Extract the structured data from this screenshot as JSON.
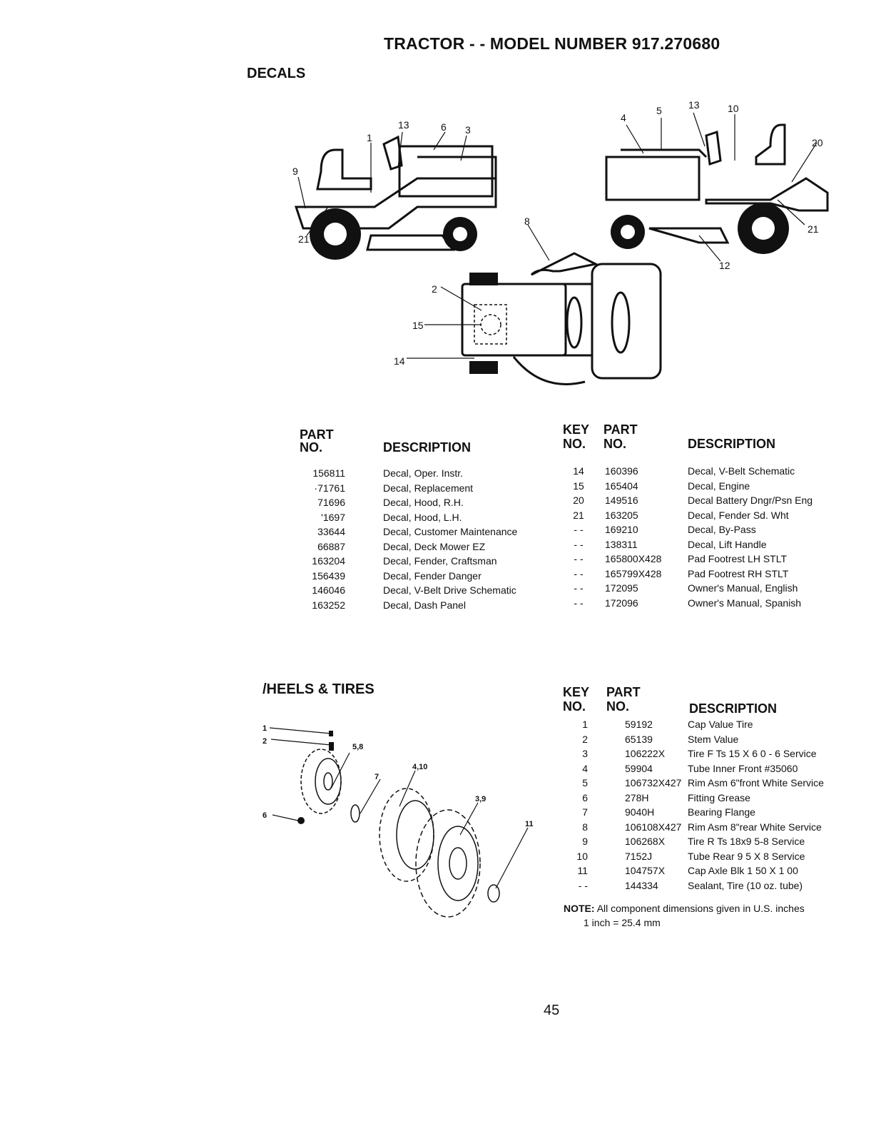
{
  "page_title": "TRACTOR - - MODEL NUMBER 917.270680",
  "page_number": "45",
  "decals": {
    "section_title": "DECALS",
    "callouts_left_tractor": [
      "13",
      "6",
      "3",
      "1",
      "9",
      "21"
    ],
    "callouts_right_tractor": [
      "4",
      "5",
      "13",
      "10",
      "20",
      "21",
      "12"
    ],
    "callouts_top_view": [
      "8",
      "2",
      "15",
      "14"
    ],
    "left_table": {
      "header_part": "PART",
      "header_no": "NO.",
      "header_description": "DESCRIPTION",
      "part_numbers": [
        "156811",
        "·71761",
        "71696",
        "'1697",
        "33644",
        "66887",
        "163204",
        "156439",
        "146046",
        "163252"
      ],
      "descriptions": [
        "Decal, Oper. Instr.",
        "Decal, Replacement",
        "Decal, Hood, R.H.",
        "Decal, Hood, L.H.",
        "Decal, Customer Maintenance",
        "Decal, Deck Mower EZ",
        "Decal, Fender, Craftsman",
        "Decal, Fender Danger",
        "Decal, V-Belt Drive Schematic",
        "Decal, Dash Panel"
      ]
    },
    "right_table": {
      "header_key": "KEY",
      "header_part": "PART",
      "header_no": "NO.",
      "header_no2": "NO.",
      "header_description": "DESCRIPTION",
      "key_numbers": [
        "14",
        "15",
        "20",
        "21",
        "- -",
        "- -",
        "- -",
        "- -",
        "- -",
        "- -"
      ],
      "part_numbers": [
        "160396",
        "165404",
        "149516",
        "163205",
        "169210",
        "138311",
        "165800X428",
        "165799X428",
        "172095",
        "172096"
      ],
      "descriptions": [
        "Decal, V-Belt Schematic",
        "Decal, Engine",
        "Decal Battery Dngr/Psn Eng",
        "Decal, Fender Sd. Wht",
        "Decal, By-Pass",
        "Decal, Lift Handle",
        "Pad Footrest LH STLT",
        "Pad Footrest RH STLT",
        "Owner's Manual, English",
        "Owner's Manual, Spanish"
      ]
    }
  },
  "wheels": {
    "section_title": "/HEELS & TIRES",
    "callouts": [
      "1",
      "2",
      "5,8",
      "4,10",
      "7",
      "3,9",
      "6",
      "11"
    ],
    "table": {
      "header_key": "KEY",
      "header_part": "PART",
      "header_no": "NO.",
      "header_no2": "NO.",
      "header_description": "DESCRIPTION",
      "key_numbers": [
        "1",
        "2",
        "3",
        "4",
        "5",
        "6",
        "7",
        "8",
        "9",
        "10",
        "11",
        "- -"
      ],
      "part_numbers": [
        "59192",
        "65139",
        "106222X",
        "59904",
        "106732X427",
        "278H",
        "9040H",
        "106108X427",
        "106268X",
        "7152J",
        "104757X",
        "144334"
      ],
      "descriptions": [
        "Cap Value Tire",
        "Stem Value",
        "Tire F Ts 15 X 6 0 - 6 Service",
        "Tube Inner Front #35060",
        "Rim Asm 6\"front White Service",
        "Fitting Grease",
        "Bearing Flange",
        "Rim Asm 8\"rear White Service",
        "Tire R Ts 18x9 5-8 Service",
        "Tube Rear 9 5 X 8 Service",
        "Cap Axle Blk 1 50 X 1 00",
        "Sealant, Tire (10 oz. tube)"
      ]
    },
    "note_label": "NOTE:",
    "note_text": "All component dimensions given in U.S. inches",
    "note_conversion": "1 inch = 25.4 mm"
  }
}
